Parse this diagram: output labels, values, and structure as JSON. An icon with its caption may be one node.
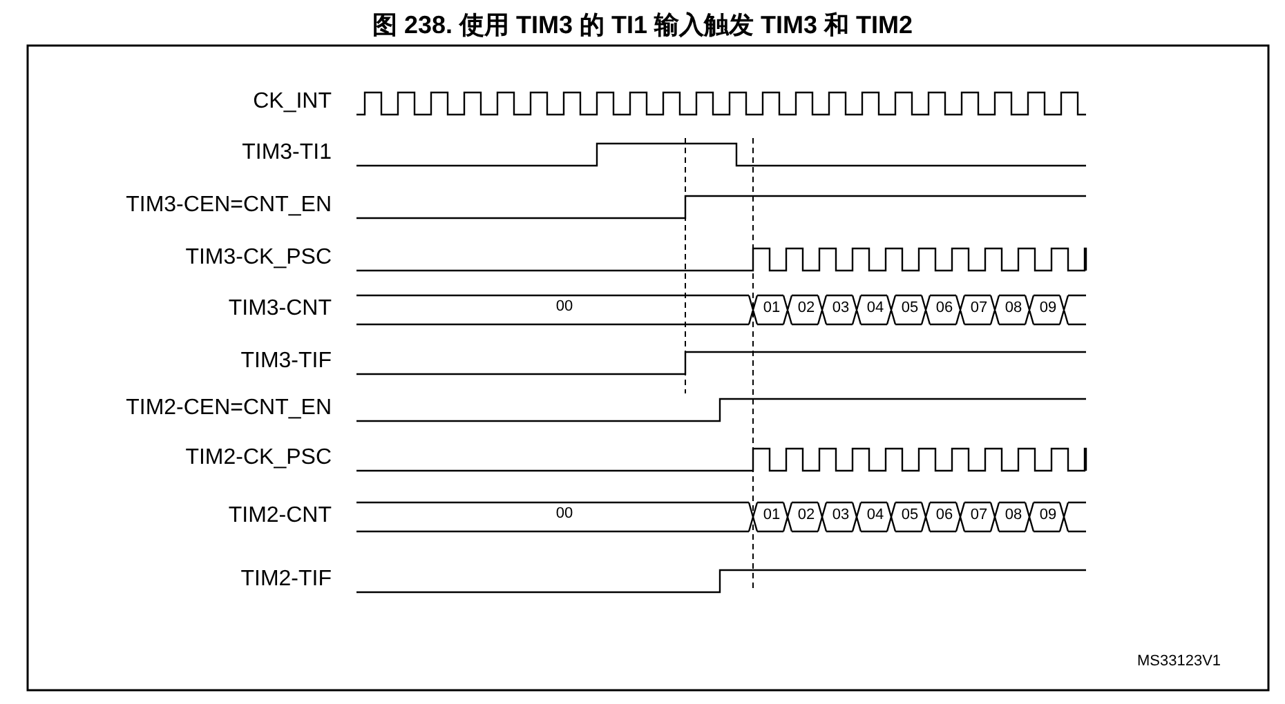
{
  "diagram": {
    "title": "图 238. 使用 TIM3 的 TI1 输入触发 TIM3 和 TIM2",
    "labels": [
      "CK_INT",
      "TIM3-TI1",
      "TIM3-CEN=CNT_EN",
      "TIM3-CK_PSC",
      "TIM3-CNT",
      "00",
      "01",
      "02",
      "03",
      "04",
      "05",
      "06",
      "07",
      "08",
      "09",
      "TIM3-TIF",
      "TIM2-CEN=CNT_EN",
      "TIM2-CK_PSC",
      "TIM2-CNT",
      "00",
      "01",
      "02",
      "03",
      "04",
      "05",
      "06",
      "07",
      "08",
      "09",
      "TIM2-TIF",
      "MS33123V1"
    ]
  }
}
